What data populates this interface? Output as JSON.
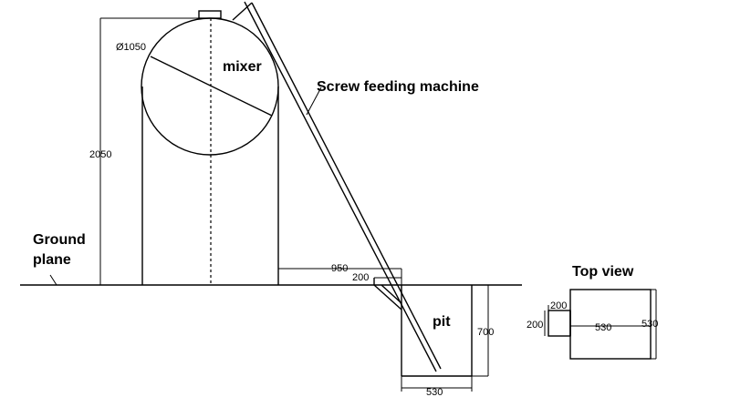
{
  "labels": {
    "mixer": "mixer",
    "screw": "Screw feeding machine",
    "ground_line1": "Ground",
    "ground_line2": "plane",
    "pit": "pit",
    "top_view": "Top view"
  },
  "dimensions": {
    "diameter": "Ø1050",
    "height": "2050",
    "offset": "950",
    "inlet": "200",
    "pit_depth": "700",
    "pit_width": "530",
    "top_200a": "200",
    "top_200b": "200",
    "top_530a": "530",
    "top_530b": "530"
  }
}
